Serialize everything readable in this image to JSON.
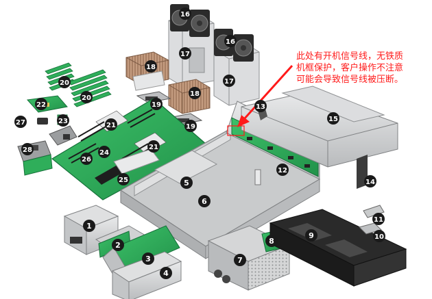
{
  "callout": {
    "text": "此处有开机信号线，无铁质\n机框保护，客户操作不注意\n可能会导致信号线被压断。"
  },
  "colors": {
    "accent_red": "#ff1a1a",
    "label_fill": "#1a1a1a",
    "pcb_green": "#2fae5a",
    "chassis_gray": "#c9cbcc",
    "heatsink_bronze": "#b58a6b",
    "fan_black": "#2b2b2b",
    "cover_black": "#2a2a2a"
  },
  "labels": [
    "1",
    "2",
    "3",
    "4",
    "5",
    "6",
    "7",
    "8",
    "9",
    "10",
    "11",
    "12",
    "13",
    "14",
    "15",
    "16",
    "16",
    "17",
    "17",
    "18",
    "18",
    "19",
    "19",
    "20",
    "20",
    "21",
    "21",
    "22",
    "23",
    "24",
    "25",
    "26",
    "27",
    "28"
  ]
}
